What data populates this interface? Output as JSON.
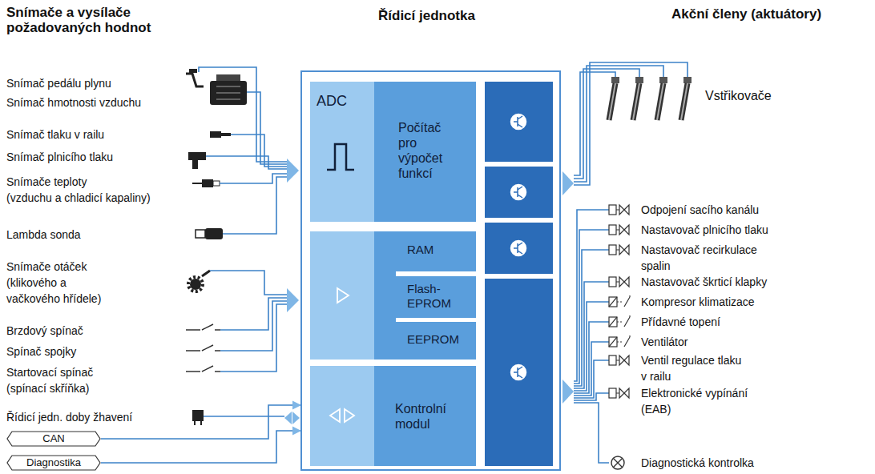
{
  "diagram": {
    "nodes": [
      {
        "text": [
          "Řídicí jednotka"
        ]
      },
      {
        "text": [
          "ADC"
        ],
        "in": 0
      },
      {
        "text": [
          "Počítač pro výpočet funkcí"
        ],
        "in": 0
      },
      {
        "text": [
          "RAM"
        ],
        "in": 0
      },
      {
        "text": [
          "Flash-EPROM"
        ],
        "in": 0
      },
      {
        "text": [
          "EEPROM"
        ],
        "in": 0
      },
      {
        "text": [
          "Kontrolní modul"
        ],
        "in": 0
      },
      {
        "text": [
          "CAN"
        ]
      },
      {
        "text": [
          "Diagnostika"
        ]
      }
    ],
    "edges": [
      {
        "from": 7,
        "to": 0,
        "arrow": "to"
      },
      {
        "from": 8,
        "to": 0,
        "arrow": "to"
      }
    ],
    "labels": [
      "Snímače a vysílače požadovaných hodnot",
      "Akční členy (aktuátory)",
      "Snímač pedálu plynu",
      "Snímač hmotnosti vzduchu",
      "Snímač tlaku v railu",
      "Snímač plnicího tlaku",
      "Snímače teploty (vzduchu a chladicí kapaliny)",
      "Lambda sonda",
      "Snímače otáček (klikového a vačkového hřídele)",
      "Brzdový spínač",
      "Spínač spojky",
      "Startovací spínač (spínací skříňka)",
      "Řídicí jedn. doby žhavení",
      "Vstřikovače",
      "Odpojení sacího kanálu",
      "Nastavovač plnicího tlaku",
      "Nastavovač recirkulace spalin",
      "Nastavovač škrticí klapky",
      "Kompresor klimatizace",
      "Přídavné topení",
      "Ventilátor",
      "Ventil regulace tlaku v railu",
      "Elektronické vypínání (EAB)",
      "Diagnostická kontrolka"
    ]
  }
}
